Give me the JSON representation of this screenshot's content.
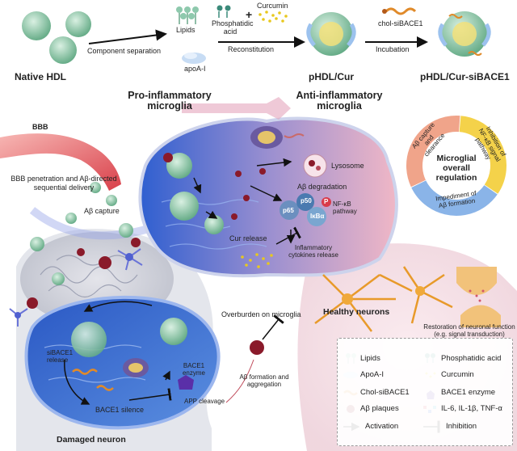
{
  "top_row": {
    "native_hdl": "Native HDL",
    "component_separation": "Component separation",
    "lipids": "Lipids",
    "phosphatidic_acid": "Phosphatidic acid",
    "plus": "+",
    "curcumin": "Curcumin",
    "apoa1": "apoA-I",
    "reconstitution": "Reconstitution",
    "phdl_cur": "pHDL/Cur",
    "chol_sibace1": "chol-siBACE1",
    "incubation": "Incubation",
    "phdl_cur_sibace1": "pHDL/Cur-siBACE1"
  },
  "left": {
    "bbb": "BBB",
    "bbb_penetration": "BBB penetration and Aβ-directed sequential delivery",
    "abeta_capture": "Aβ capture"
  },
  "microglia": {
    "pro_inflammatory": "Pro-inflammatory microglia",
    "anti_inflammatory": "Anti-inflammatory microglia",
    "lysosome": "Lysosome",
    "abeta_degradation": "Aβ degradation",
    "cur_release": "Cur release",
    "p50": "p50",
    "p65": "p65",
    "ikba": "IκBα",
    "p": "P",
    "nfkb_pathway": "NF-κB pathway",
    "inflammatory_release": "Inflammatory cytokines release"
  },
  "regulation": {
    "center": "Microglial overall regulation",
    "seg_capture": "Aβ capture and clearance",
    "seg_nfkb": "Inhibition of NF-κB signal pathway",
    "seg_formation": "Impediment of Aβ formation"
  },
  "neuron": {
    "overburden": "Overburden on microglia",
    "sibace1_release": "siBACE1 release",
    "bace1_enzyme": "BACE1 enzyme",
    "app_cleavage": "APP cleavage",
    "bace1_silence": "BACE1 silence",
    "abeta_formation": "Aβ formation and aggregation",
    "damaged_neuron": "Damaged neuron",
    "healthy_neurons": "Healthy neurons",
    "restoration": "Restoration of neuronal function (e.g. signal transduction)"
  },
  "legend": {
    "lipids": "Lipids",
    "phosphatidic_acid": "Phosphatidic acid",
    "apoa1": "ApoA-I",
    "curcumin": "Curcumin",
    "chol_sibace1": "Chol-siBACE1",
    "bace1_enzyme": "BACE1 enzyme",
    "abeta_plaques": "Aβ plaques",
    "cytokines": "IL-6, IL-1β, TNF-α",
    "activation": "Activation",
    "inhibition": "Inhibition"
  },
  "colors": {
    "nanoparticle": "#8ec9ad",
    "curcumin": "#e8c81e",
    "plaque": "#8a1a2a",
    "microglia_blue": "#3d6fd6",
    "microglia_pink": "#e6a4b8",
    "neuron_blue": "#3a60c0",
    "healthy_neuron": "#e89a2a",
    "ring_capture": "#f0a48a",
    "ring_nfkb": "#f4d24a",
    "ring_formation": "#8ab4e8"
  }
}
